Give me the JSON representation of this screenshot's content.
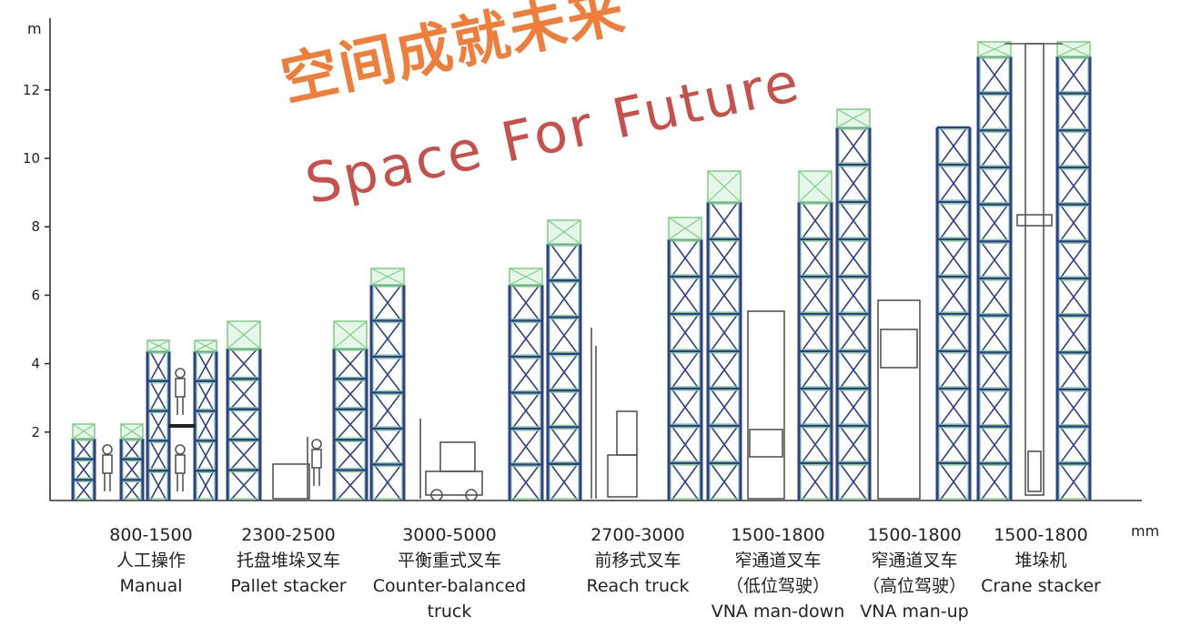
{
  "slogan": {
    "chinese": "空间成就未来",
    "english": "Space For Future"
  },
  "axis": {
    "y_unit": "m",
    "x_unit": "mm",
    "y_ticks": [
      "2",
      "4",
      "6",
      "8",
      "10",
      "12"
    ]
  },
  "categories": [
    {
      "aisle": "800-1500",
      "cn": "人工操作",
      "en": "Manual",
      "en2": ""
    },
    {
      "aisle": "2300-2500",
      "cn": "托盘堆垛叉车",
      "en": "Pallet stacker",
      "en2": ""
    },
    {
      "aisle": "3000-5000",
      "cn": "平衡重式叉车",
      "en": "Counter-balanced",
      "en2": "truck"
    },
    {
      "aisle": "2700-3000",
      "cn": "前移式叉车",
      "en": "Reach truck",
      "en2": ""
    },
    {
      "aisle": "1500-1800",
      "cn": "窄通道叉车",
      "cn2": "（低位驾驶）",
      "en": "VNA man-down"
    },
    {
      "aisle": "1500-1800",
      "cn": "窄通道叉车",
      "cn2": "（高位驾驶）",
      "en": "VNA man-up"
    },
    {
      "aisle": "1500-1800",
      "cn": "堆垛机",
      "en": "Crane stacker"
    }
  ],
  "colors": {
    "rack": "#2d3f8f",
    "pallet": "#7fcf86",
    "machine": "#555555",
    "axis": "#333333"
  }
}
